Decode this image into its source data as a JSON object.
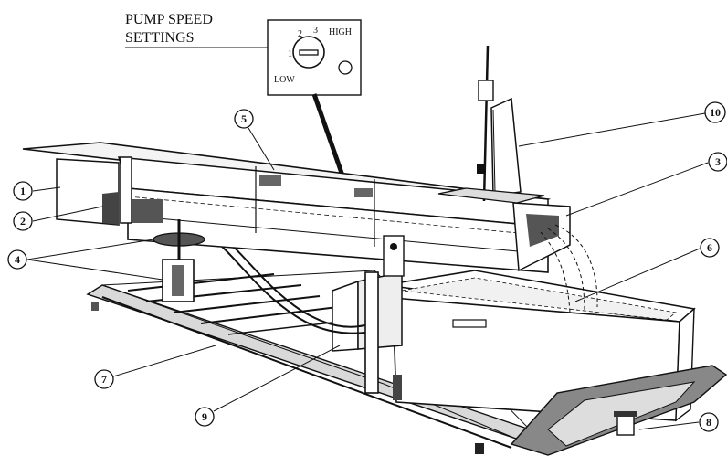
{
  "inset": {
    "title_line1": "PUMP SPEED",
    "title_line2": "SETTINGS",
    "dial_positions": [
      "1",
      "2",
      "3"
    ],
    "high_label": "HIGH",
    "low_label": "LOW"
  },
  "callouts": [
    "1",
    "2",
    "3",
    "4",
    "5",
    "6",
    "7",
    "8",
    "9",
    "10"
  ]
}
